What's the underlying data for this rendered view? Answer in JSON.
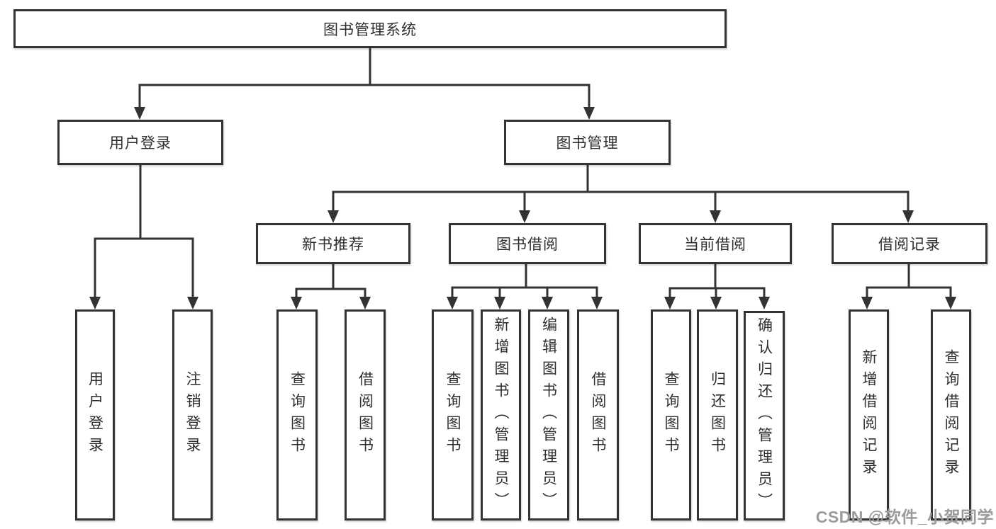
{
  "diagram": {
    "type": "hierarchy-tree",
    "tree": {
      "root": {
        "label": "图书管理系统"
      },
      "children": [
        {
          "label": "用户登录",
          "children": [
            {
              "label": "用户登录"
            },
            {
              "label": "注销登录"
            }
          ]
        },
        {
          "label": "图书管理",
          "children": [
            {
              "label": "新书推荐",
              "children": [
                {
                  "label": "查询图书"
                },
                {
                  "label": "借阅图书"
                }
              ]
            },
            {
              "label": "图书借阅",
              "children": [
                {
                  "label": "查询图书"
                },
                {
                  "label": "新增图书（管理员）"
                },
                {
                  "label": "编辑图书（管理员）"
                },
                {
                  "label": "借阅图书"
                }
              ]
            },
            {
              "label": "当前借阅",
              "children": [
                {
                  "label": "查询图书"
                },
                {
                  "label": "归还图书"
                },
                {
                  "label": "确认归还（管理员）"
                }
              ]
            },
            {
              "label": "借阅记录",
              "children": [
                {
                  "label": "新增借阅记录"
                },
                {
                  "label": "查询借阅记录"
                }
              ]
            }
          ]
        }
      ]
    },
    "colors": {
      "line": "#333333",
      "text": "#2e2e2e",
      "background": "#ffffff",
      "watermark": "#9b9b9b"
    }
  },
  "watermark": {
    "text": "CSDN @软件_小贺同学"
  }
}
